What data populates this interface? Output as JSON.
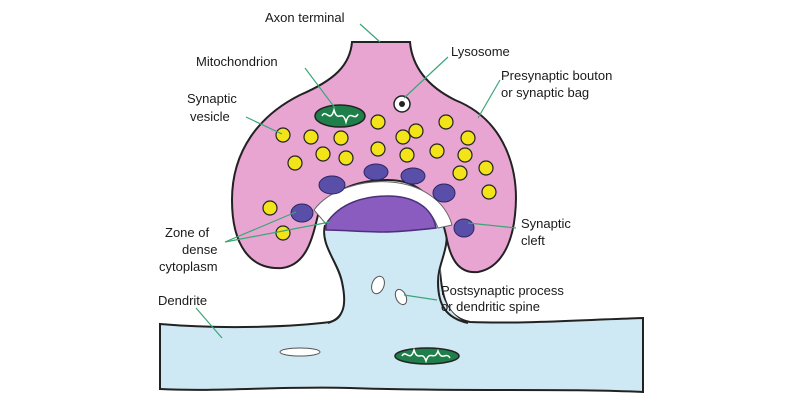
{
  "labels": {
    "axon_terminal": "Axon terminal",
    "mitochondrion": "Mitochondrion",
    "lysosome": "Lysosome",
    "presynaptic_line1": "Presynaptic bouton",
    "presynaptic_line2": "or synaptic bag",
    "vesicle_line1": "Synaptic",
    "vesicle_line2": "vesicle",
    "zone_line1": "Zone  of",
    "zone_line2": "dense",
    "zone_line3": "cytoplasm",
    "cleft_line1": "Synaptic",
    "cleft_line2": "cleft",
    "postsynaptic_line1": "Postsynaptic process",
    "postsynaptic_line2": "or dendritic spine",
    "dendrite": "Dendrite"
  },
  "colors": {
    "presynaptic_fill": "#e9a5d2",
    "dendrite_fill": "#cfe9f4",
    "vesicle_fill": "#f2e418",
    "dense_zone_fill": "#5a4fa8",
    "postsynaptic_density": "#8a5cc0",
    "mitochondrion_fill": "#1f7f4a",
    "leader_line": "#3aa676",
    "outline": "#222222"
  }
}
